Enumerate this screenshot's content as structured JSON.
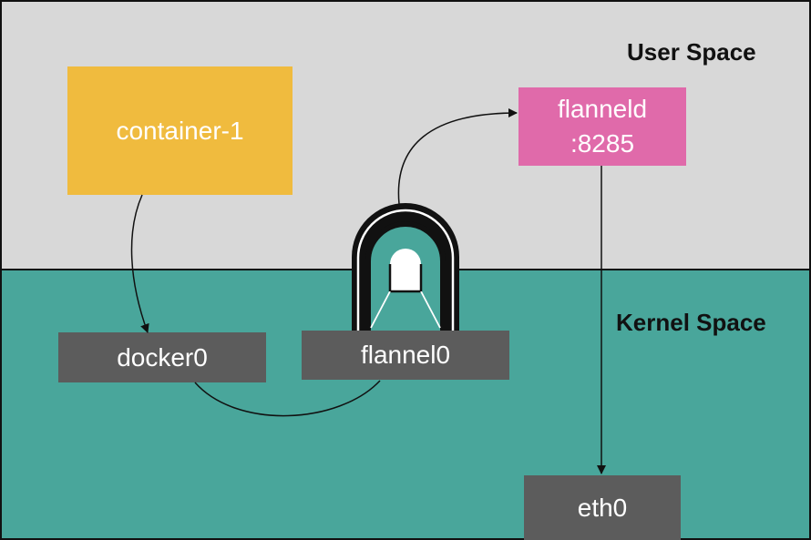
{
  "regions": {
    "user_space": {
      "label": "User Space",
      "color": "#d8d8d8"
    },
    "kernel_space": {
      "label": "Kernel Space",
      "color": "#49a69b"
    }
  },
  "nodes": {
    "container": {
      "label": "container-1",
      "color": "#f0bb3e"
    },
    "flanneld": {
      "line1": "flanneld",
      "line2": ":8285",
      "color": "#e06aaa"
    },
    "docker0": {
      "label": "docker0",
      "color": "#5c5c5c"
    },
    "flannel0": {
      "label": "flannel0",
      "color": "#5c5c5c"
    },
    "eth0": {
      "label": "eth0",
      "color": "#5c5c5c"
    }
  },
  "icons": {
    "tunnel": "tunnel-icon"
  }
}
